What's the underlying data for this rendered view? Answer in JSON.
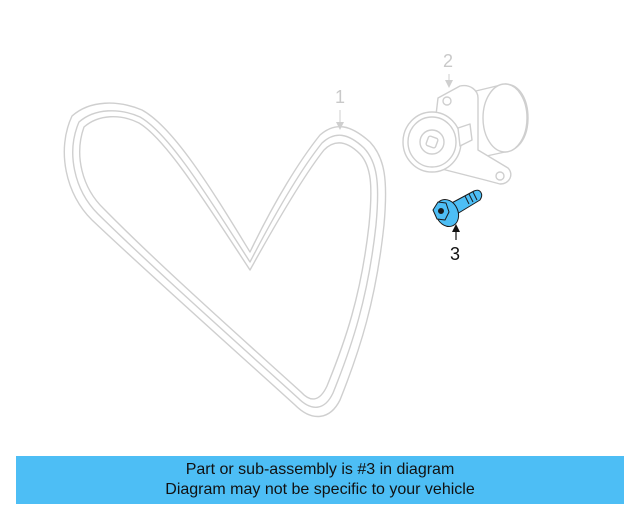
{
  "callouts": {
    "belt": "1",
    "tensioner": "2",
    "bolt": "3"
  },
  "parts": {
    "belt": {
      "name": "serpentine-belt",
      "highlighted": false
    },
    "tensioner": {
      "name": "belt-tensioner",
      "highlighted": false
    },
    "bolt": {
      "name": "tensioner-bolt",
      "highlighted": true
    }
  },
  "colors": {
    "outline": "#cfcfcf",
    "highlight": "#4dbef5",
    "banner_bg": "#4dbef5",
    "banner_text": "#111111"
  },
  "banner": {
    "line1": "Part or sub-assembly is #3 in diagram",
    "line2": "Diagram may not be specific to your vehicle"
  }
}
